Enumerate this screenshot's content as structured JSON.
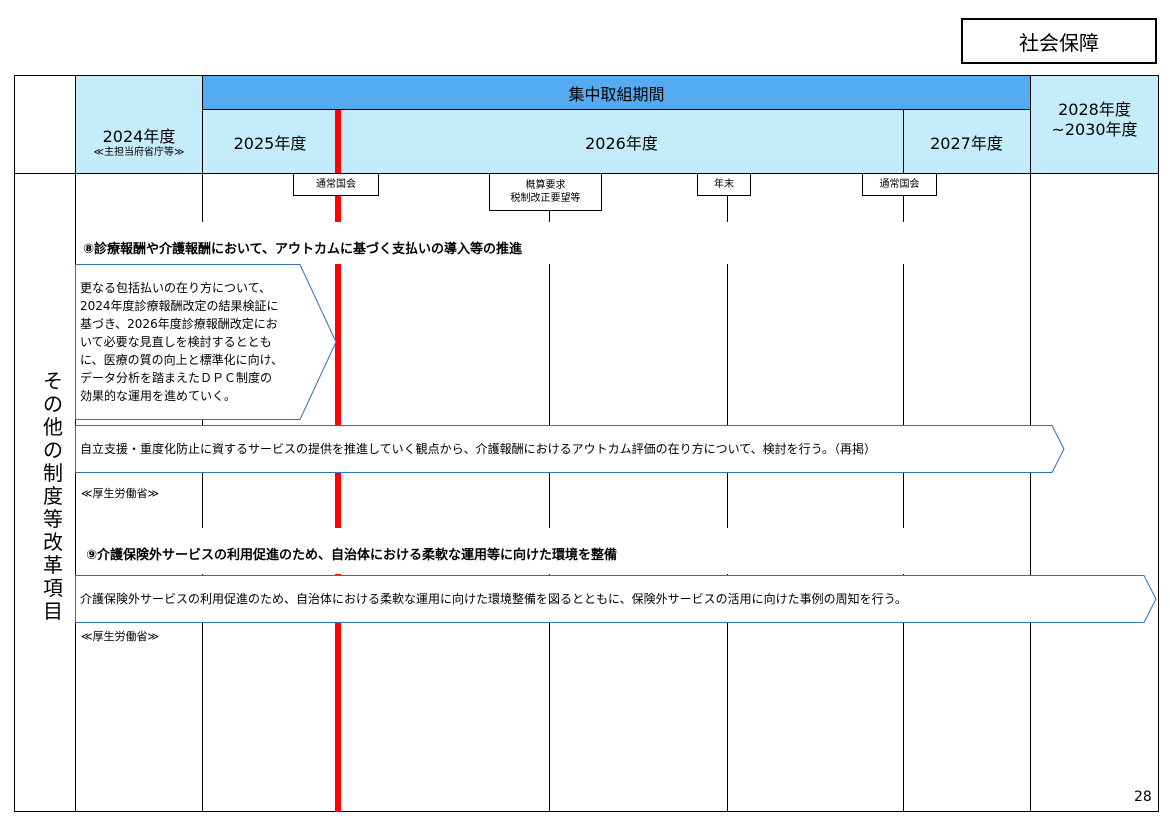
{
  "category": "社会保障",
  "header": {
    "intensive_period": "集中取組期間",
    "fy2024": "2024年度",
    "fy2024_sub": "≪主担当府省庁等≫",
    "fy2025": "2025年度",
    "fy2026": "2026年度",
    "fy2027": "2027年度",
    "fy2028_line1": "2028年度",
    "fy2028_line2": "~2030年度"
  },
  "milestones": [
    {
      "line1": "通常国会",
      "line2": ""
    },
    {
      "line1": "概算要求",
      "line2": "税制改正要望等"
    },
    {
      "line1": "年末",
      "line2": ""
    },
    {
      "line1": "通常国会",
      "line2": ""
    }
  ],
  "side_label": [
    "そ",
    "の",
    "他",
    "の",
    "制",
    "度",
    "等",
    "改",
    "革",
    "項",
    "目"
  ],
  "items": [
    {
      "title": "⑧診療報酬や介護報酬において、アウトカムに基づく支払いの導入等の推進",
      "arrow1_lines": [
        "更なる包括払いの在り方について、",
        "2024年度診療報酬改定の結果検証に",
        "基づき、2026年度診療報酬改定にお",
        "いて必要な見直しを検討するととも",
        "に、医療の質の向上と標準化に向け、",
        "データ分析を踏まえたＤＰＣ制度の",
        "効果的な運用を進めていく。"
      ],
      "arrow2": "自立支援・重度化防止に資するサービスの提供を推進していく観点から、介護報酬におけるアウトカム評価の在り方について、検討を行う。（再掲）",
      "ministry": "≪厚生労働省≫"
    },
    {
      "title": "⑨介護保険外サービスの利用促進のため、自治体における柔軟な運用等に向けた環境を整備",
      "arrow1": "介護保険外サービスの利用促進のため、自治体における柔軟な運用に向けた環境整備を図るとともに、保険外サービスの活用に向けた事例の周知を行う。",
      "ministry": "≪厚生労働省≫"
    }
  ],
  "page_number": "28",
  "colors": {
    "header_light": "#c5ecfb",
    "header_dark": "#55abf1",
    "red_line": "#ff0000",
    "arrow_border": "#2e74b5"
  }
}
